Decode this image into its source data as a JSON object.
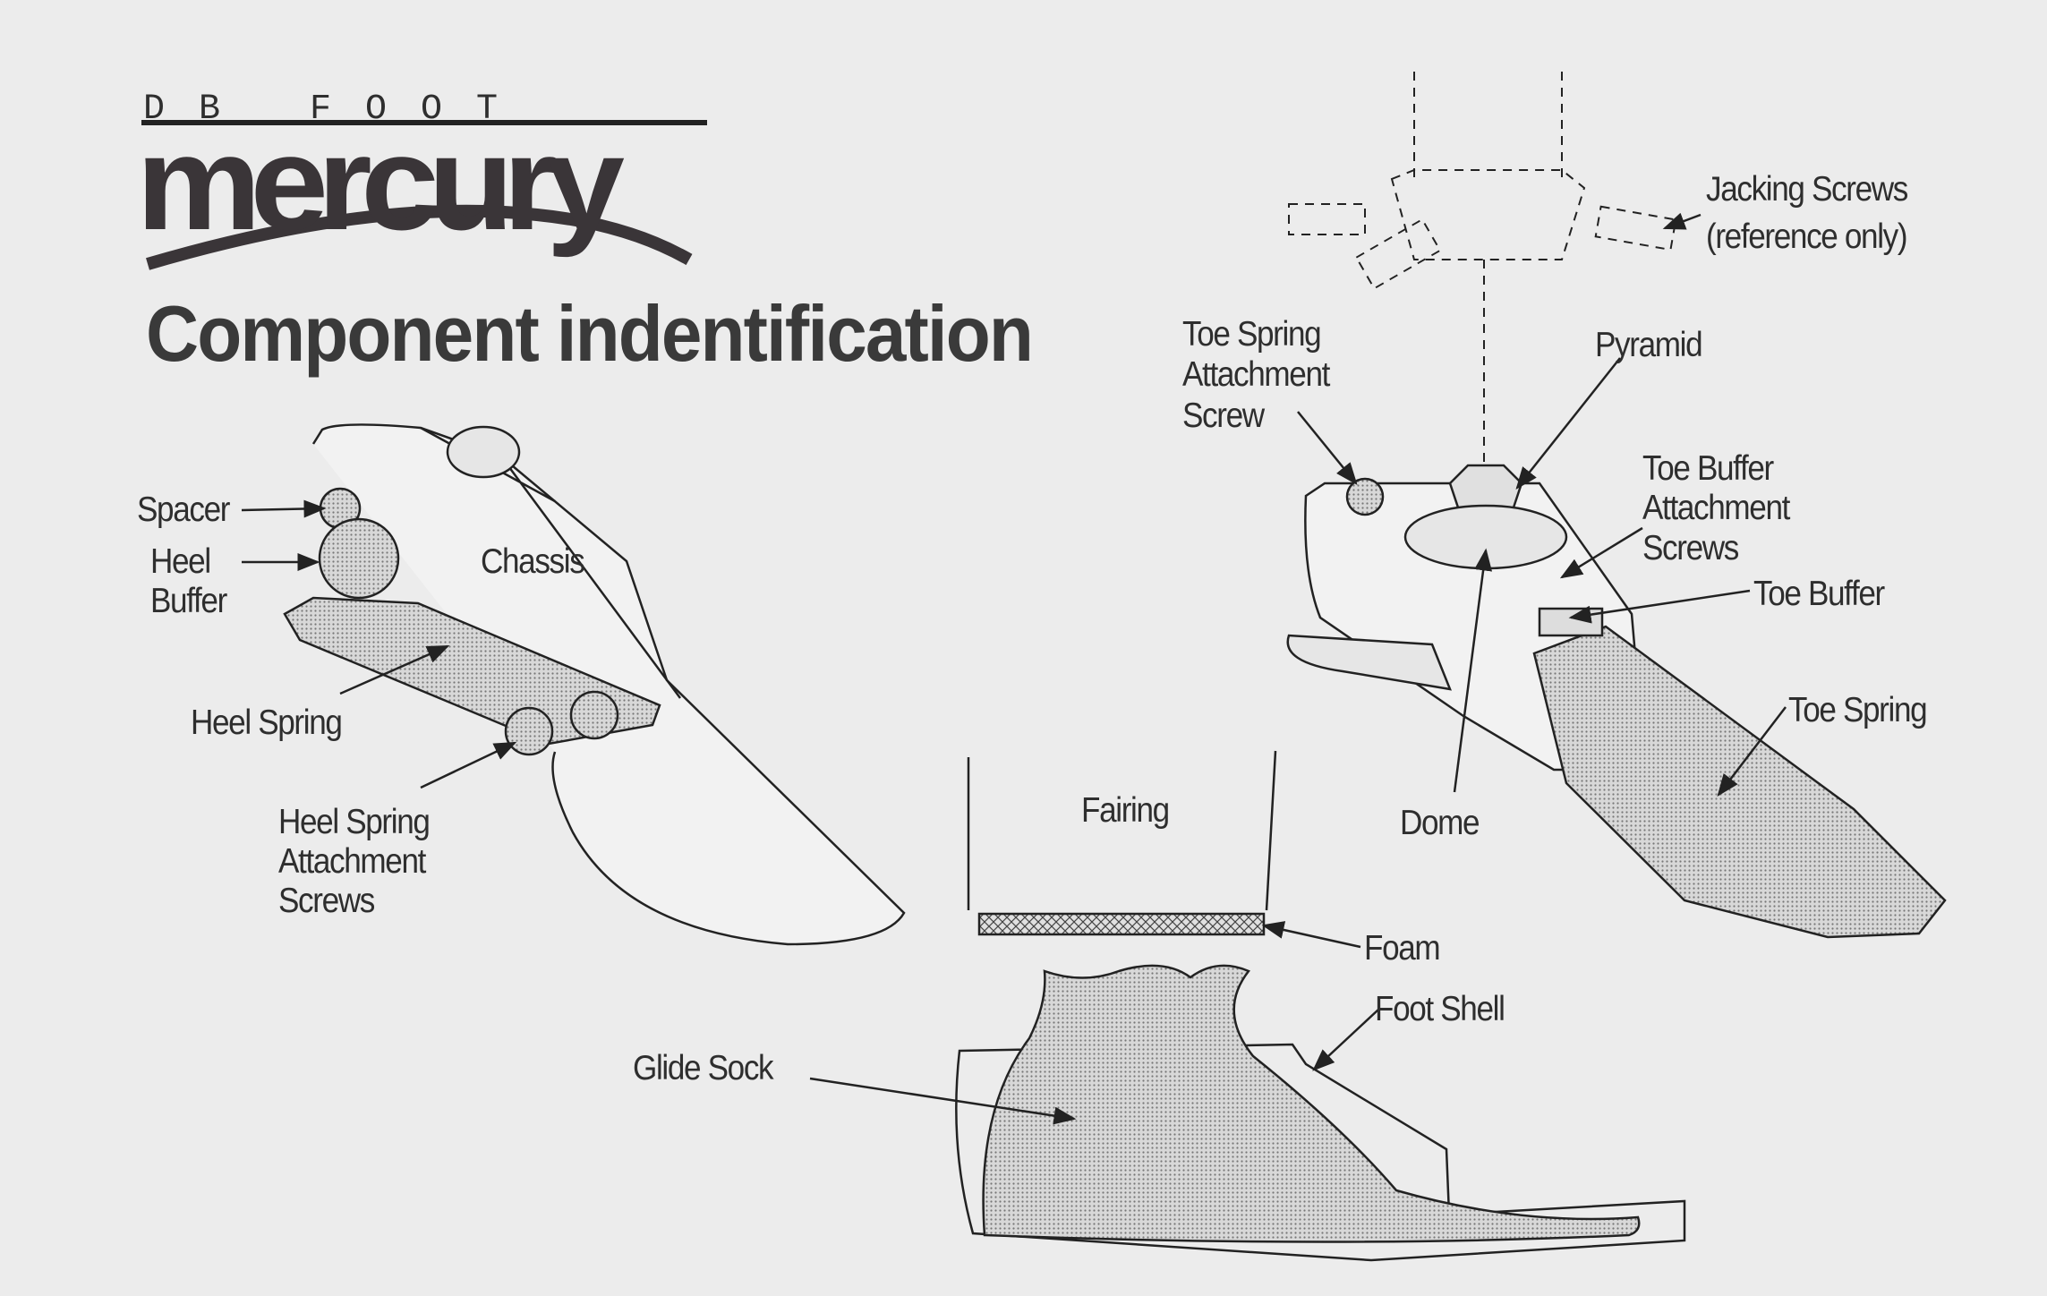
{
  "logo": {
    "top_text": "DB FOOT",
    "word": "mercury"
  },
  "title": "Component indentification",
  "labels": {
    "spacer": "Spacer",
    "heel_buffer": [
      "Heel",
      "Buffer"
    ],
    "chassis": "Chassis",
    "heel_spring": "Heel Spring",
    "heel_spring_screws": [
      "Heel Spring",
      "Attachment",
      "Screws"
    ],
    "fairing": "Fairing",
    "foam": "Foam",
    "foot_shell": "Foot Shell",
    "glide_sock": "Glide Sock",
    "toe_spring_screw": [
      "Toe Spring",
      "Attachment",
      "Screw"
    ],
    "pyramid": "Pyramid",
    "jacking_screws": [
      "Jacking Screws",
      "(reference only)"
    ],
    "toe_buffer_screws": [
      "Toe Buffer",
      "Attachment",
      "Screws"
    ],
    "toe_buffer": "Toe Buffer",
    "toe_spring": "Toe Spring",
    "dome": "Dome"
  },
  "colors": {
    "paper": "#ececec",
    "ink": "#2e2e2e",
    "shade": "#c9c9c9"
  }
}
